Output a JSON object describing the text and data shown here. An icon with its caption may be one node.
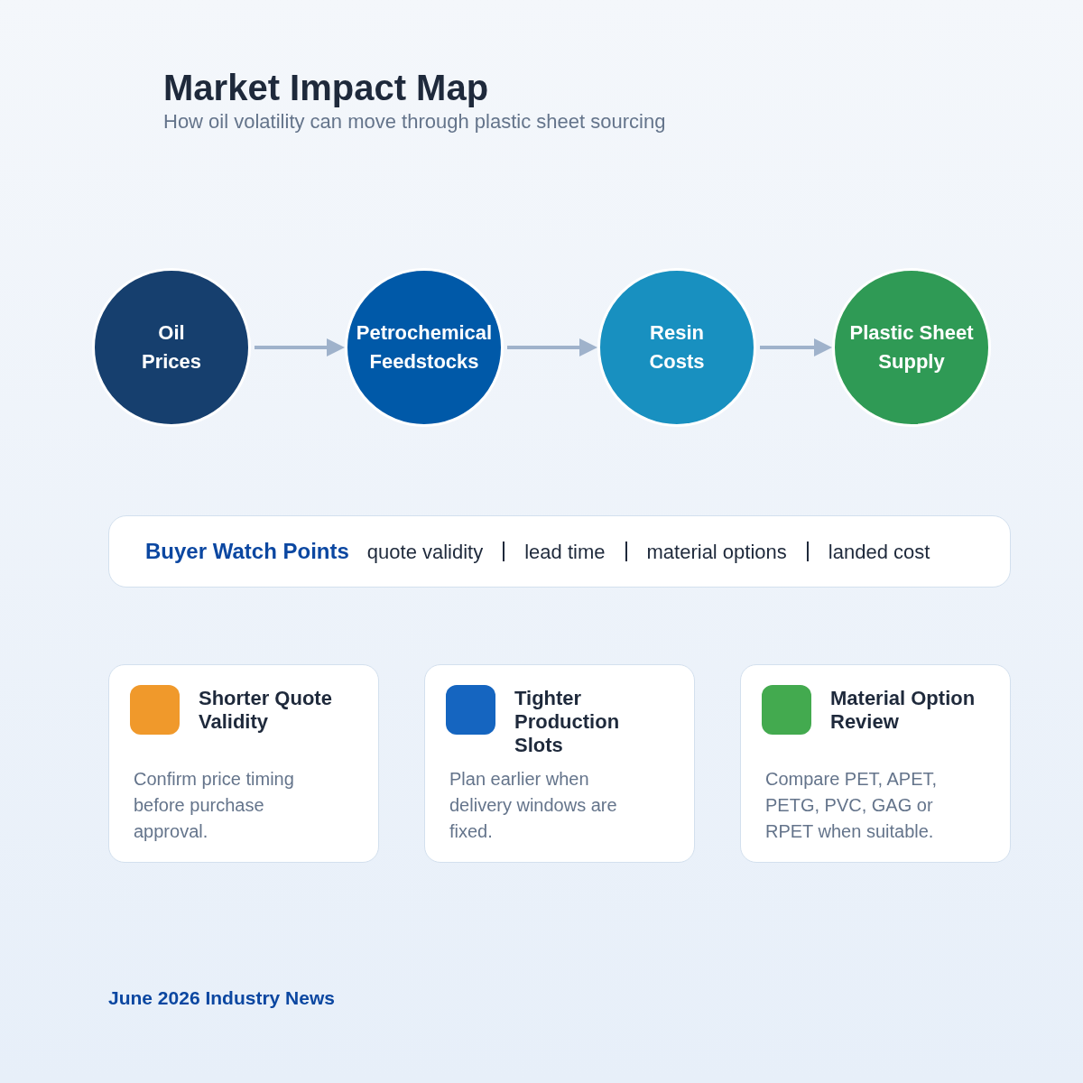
{
  "diagram": {
    "title": "Market Impact Map",
    "nodes": [
      {
        "text": [
          "Oil Prices"
        ]
      },
      {
        "text": [
          "Petrochemical Feedstocks"
        ]
      },
      {
        "text": [
          "Resin Costs"
        ]
      },
      {
        "text": [
          "Plastic Sheet Supply"
        ]
      },
      {
        "text": [
          "Buyer Watch Points",
          "quote validity",
          "lead time",
          "material options",
          "landed cost"
        ]
      },
      {
        "text": [
          "Shorter Quote Validity",
          "Confirm price timing before purchase approval."
        ]
      },
      {
        "text": [
          "Tighter Production Slots",
          "Plan earlier when delivery windows are fixed."
        ]
      },
      {
        "text": [
          "Material Option Review",
          "Compare PET, APET, PETG, PVC, GAG or RPET when suitable."
        ]
      }
    ],
    "edges": [
      {
        "from": 0,
        "to": 1,
        "arrow": "to"
      },
      {
        "from": 1,
        "to": 2,
        "arrow": "to"
      },
      {
        "from": 2,
        "to": 3,
        "arrow": "to"
      }
    ],
    "labels": [
      "How oil volatility can move through plastic sheet sourcing",
      "June 2026 Industry News"
    ]
  }
}
